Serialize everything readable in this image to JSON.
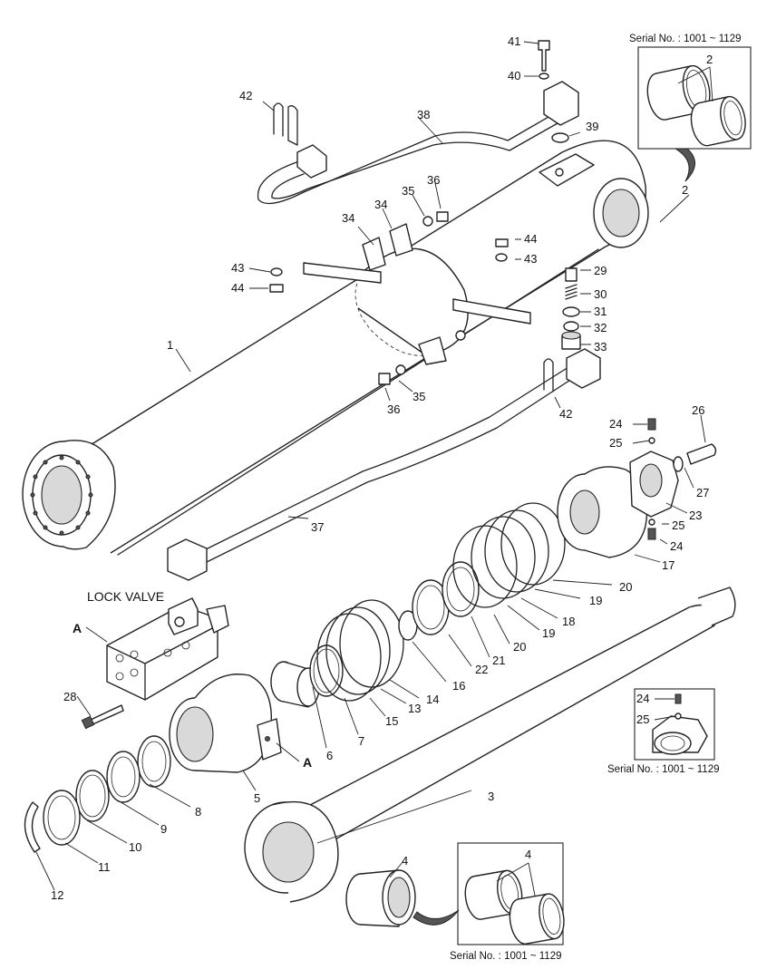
{
  "diagram": {
    "inset_serial_label": "Serial No. : 1001 ~ 1129",
    "lock_valve_label": "LOCK VALVE",
    "section_marker": "A",
    "callouts": {
      "c1": "1",
      "c2": "2",
      "c3": "3",
      "c4": "4",
      "c5": "5",
      "c6": "6",
      "c7": "7",
      "c8": "8",
      "c9": "9",
      "c10": "10",
      "c11": "11",
      "c12": "12",
      "c13": "13",
      "c14": "14",
      "c15": "15",
      "c16": "16",
      "c17": "17",
      "c18": "18",
      "c19": "19",
      "c20": "20",
      "c21": "21",
      "c22": "22",
      "c23": "23",
      "c24": "24",
      "c25": "25",
      "c26": "26",
      "c27": "27",
      "c28": "28",
      "c29": "29",
      "c30": "30",
      "c31": "31",
      "c32": "32",
      "c33": "33",
      "c34": "34",
      "c35": "35",
      "c36": "36",
      "c37": "37",
      "c38": "38",
      "c39": "39",
      "c40": "40",
      "c41": "41",
      "c42": "42",
      "c43": "43",
      "c44": "44"
    }
  }
}
